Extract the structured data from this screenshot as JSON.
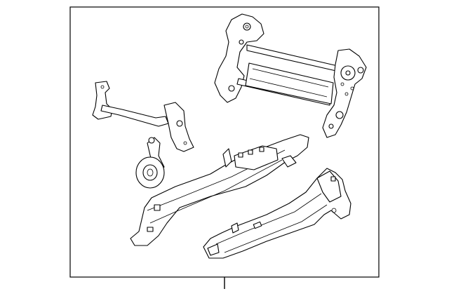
{
  "diagram": {
    "kind": "exploded-parts-view",
    "subject": "seat-track-adjuster-assembly",
    "parts": [
      "upper-recliner-frame",
      "cable-bracket",
      "roller-pulley",
      "left-seat-track",
      "right-seat-track"
    ],
    "colors": {
      "line": "#000000",
      "background": "#ffffff"
    }
  }
}
